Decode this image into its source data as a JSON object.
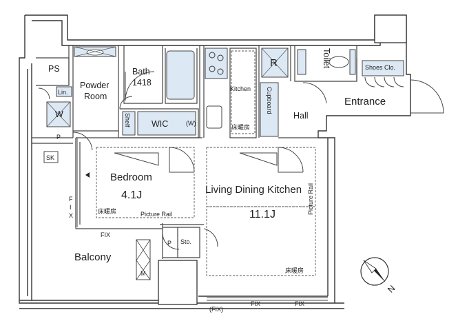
{
  "rooms": {
    "ps": "PS",
    "powder_line1": "Powder",
    "powder_line2": "Room",
    "bath_line1": "Bath",
    "bath_line2": "1418",
    "kitchen": "Kitchen",
    "fridge": "R",
    "toilet": "Toilet",
    "shoes_clo": "Shoes Clo.",
    "entrance": "Entrance",
    "hall": "Hall",
    "cupboard": "Cupboard",
    "linen": "Lin.",
    "washer": "W",
    "shelf": "Shelf",
    "wic": "WIC",
    "wic_w": "(W)",
    "sk": "SK",
    "pipe1": "P",
    "pipe2": "P",
    "bedroom": "Bedroom",
    "bedroom_size": "4.1J",
    "ldk": "Living Dining Kitchen",
    "ldk_size": "11.1J",
    "storage": "Sto.",
    "balcony": "Balcony",
    "aircon_m": "M"
  },
  "annotations": {
    "floor_heat_kitchen": "床暖房",
    "floor_heat_bedroom": "床暖房",
    "floor_heat_ldk": "床暖房",
    "picture_rail_bedroom": "Picture Rail",
    "picture_rail_ldk": "Picture Rail",
    "fix_left_1": "F",
    "fix_left_2": "I",
    "fix_left_3": "X",
    "fix_bedroom": "FIX",
    "fix_bottom_paren": "(FIX)",
    "fix_bottom_1": "FIX",
    "fix_bottom_2": "FIX"
  },
  "compass": {
    "north": "N"
  },
  "colors": {
    "wall": "#333333",
    "fixture_fill": "#dce8f4",
    "line": "#444444"
  }
}
